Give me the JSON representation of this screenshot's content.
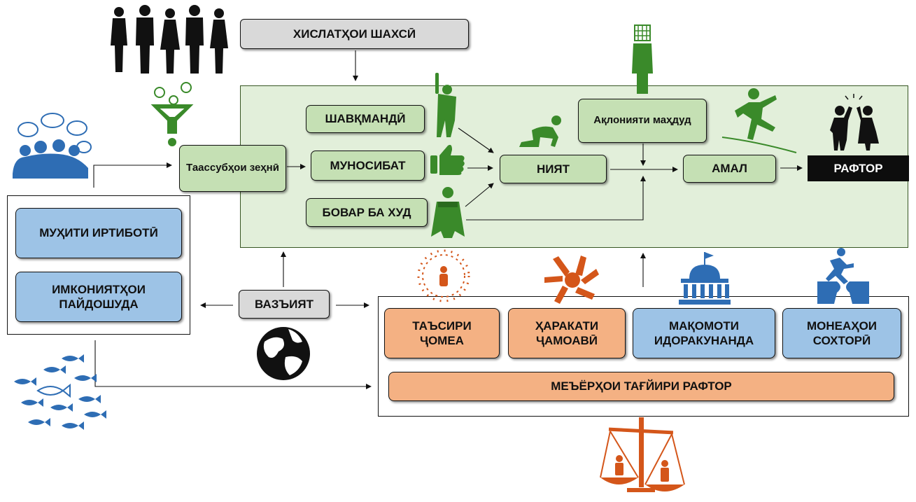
{
  "personal_traits": "ХИСЛАТҲОИ ШАХСӢ",
  "cognitive_biases": "Таассубҳои зеҳнӣ",
  "enthusiasm": "ШАВҚМАНДӢ",
  "attitude": "МУНОСИБАТ",
  "self_efficacy": "БОВАР БА ХУД",
  "intention": "НИЯТ",
  "bounded_rationality": "Ақлонияти маҳдуд",
  "action": "АМАЛ",
  "behavior": "РАФТОР",
  "communication_environment": "МУҲИТИ ИРТИБОТӢ",
  "available_opportunities": "ИМКОНИЯТҲОИ ПАЙДОШУДА",
  "situation": "ВАЗЪИЯТ",
  "social_influence": "ТАЪСИРИ ҶОМЕА",
  "collective_action": "ҲАРАКАТИ ҶАМОАВӢ",
  "governing_authorities": "МАҚОМОТИ ИДОРАКУНАНДА",
  "structural_barriers": "МОНЕАҲОИ СОХТОРӢ",
  "behavior_change_norms": "МЕЪЁРҲОИ ТАҒЙИРИ РАФТОР",
  "colors": {
    "green_box": "#c5e0b4",
    "green_panel": "#e2efda",
    "green_icon": "#3a8a2a",
    "blue_box": "#9dc3e6",
    "blue_icon": "#2e6db4",
    "orange_box": "#f4b183",
    "orange_icon": "#d4561a",
    "gray_box": "#d9d9d9"
  }
}
